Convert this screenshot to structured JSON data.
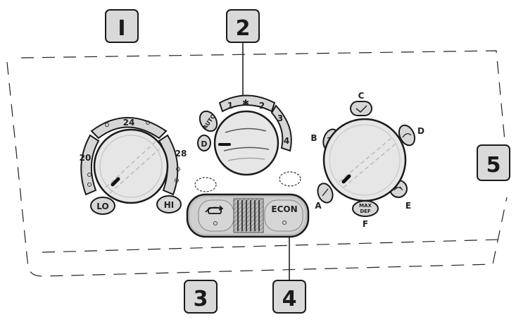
{
  "callouts": {
    "c1": "I",
    "c2": "2",
    "c3": "3",
    "c4": "4",
    "c5": "5"
  },
  "left_dial": {
    "t20": "20",
    "t24": "24",
    "t28": "28",
    "lo": "LO",
    "hi": "HI"
  },
  "fan_dial": {
    "d": "D",
    "auto": "AUTO",
    "s1": "1",
    "s2": "2",
    "s3": "3",
    "s4": "4",
    "fan_symbol": "✱"
  },
  "center_bar": {
    "econ": "ECON"
  },
  "mode_dial": {
    "a": "A",
    "b": "B",
    "c": "C",
    "d": "D",
    "e": "E",
    "f": "F",
    "max": "MAX",
    "def": "DEF"
  },
  "colors": {
    "panel_gray": "#d6d6d6",
    "dark_gray": "#9a9a9a",
    "outline": "#1a1a1a",
    "callout_box": "#d9d9d9"
  }
}
